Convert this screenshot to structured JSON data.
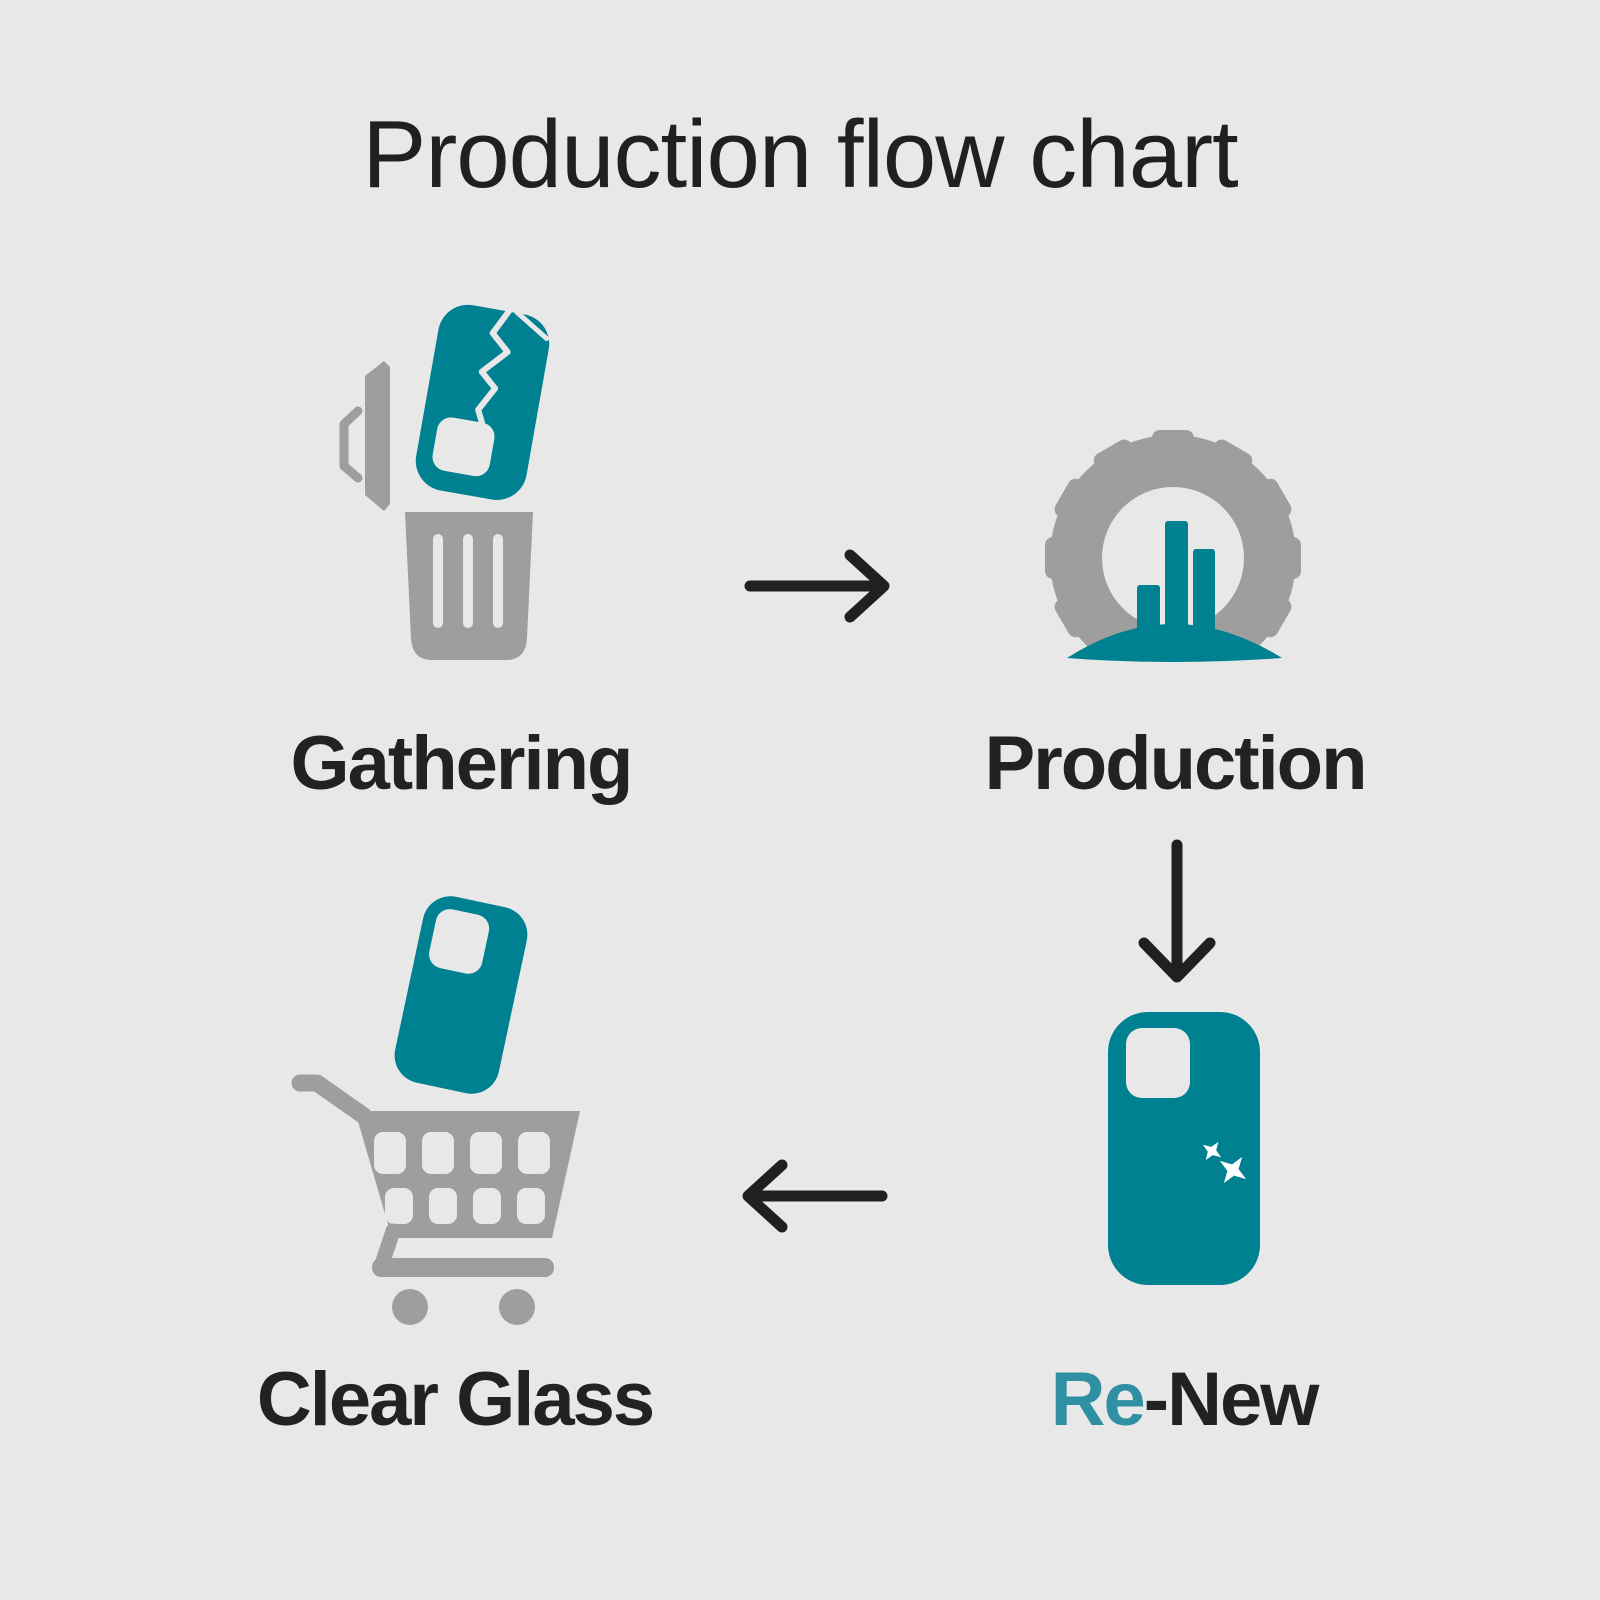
{
  "title": "Production flow chart",
  "colors": {
    "background": "#e8e8e8",
    "teal": "#008192",
    "teal_text": "#2f8fa3",
    "gray": "#9e9e9e",
    "dark": "#221f20",
    "white": "#ffffff"
  },
  "nodes": [
    {
      "id": "gathering",
      "label": "Gathering",
      "icon": "broken-phone-trash-icon",
      "position": "top-left"
    },
    {
      "id": "production",
      "label": "Production",
      "icon": "gear-production-icon",
      "position": "top-right"
    },
    {
      "id": "renew",
      "label": "Re-New",
      "label_accent": "Re",
      "label_rest": "-New",
      "icon": "renewed-phone-icon",
      "position": "bottom-right"
    },
    {
      "id": "clear-glass",
      "label": "Clear Glass",
      "icon": "phone-shopping-cart-icon",
      "position": "bottom-left"
    }
  ],
  "flow": [
    {
      "from": "Gathering",
      "to": "Production",
      "direction": "right"
    },
    {
      "from": "Production",
      "to": "Re-New",
      "direction": "down"
    },
    {
      "from": "Re-New",
      "to": "Clear Glass",
      "direction": "left"
    }
  ]
}
